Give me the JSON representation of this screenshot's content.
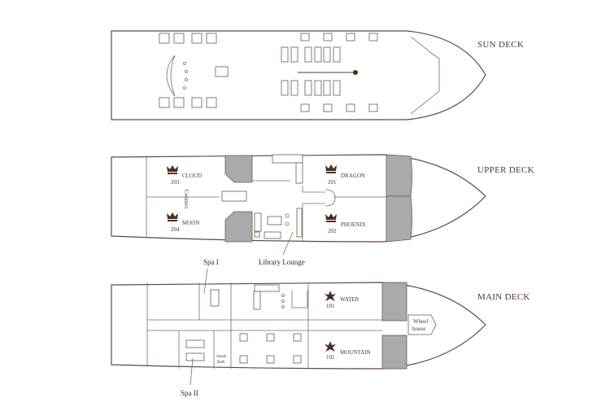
{
  "decks": {
    "sun": {
      "label": "SUN DECK"
    },
    "upper": {
      "label": "UPPER DECK",
      "cabins": [
        {
          "name": "CLOUD",
          "number": "203"
        },
        {
          "name": "MOON",
          "number": "204"
        },
        {
          "name": "DRAGON",
          "number": "201"
        },
        {
          "name": "PHOENIX",
          "number": "202"
        }
      ],
      "connect": "Connect",
      "library": "Library Lounge"
    },
    "main": {
      "label": "MAIN DECK",
      "cabins": [
        {
          "name": "WATER",
          "number": "101"
        },
        {
          "name": "MOUNTAIN",
          "number": "102"
        }
      ],
      "spa1": "Spa I",
      "spa2": "Spa II",
      "steam1": "Steam",
      "steam2": "Bath",
      "wheel1": "Wheel",
      "wheel2": "house"
    }
  },
  "colors": {
    "line": "#5a4a42",
    "shade": "#aaaaaa",
    "icon": "#4a2e22"
  }
}
